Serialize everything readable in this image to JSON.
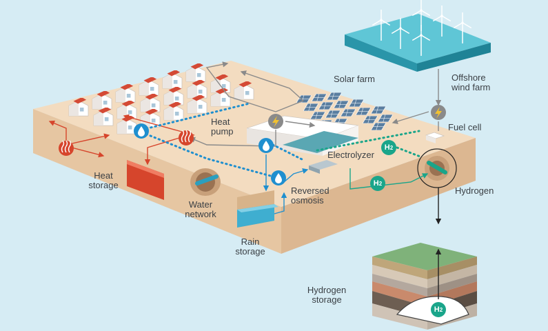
{
  "labels": {
    "solar_farm": "Solar farm",
    "offshore_wind_farm": "Offshore\nwind farm",
    "fuel_cell": "Fuel cell",
    "electrolyzer": "Electrolyzer",
    "hydrogen": "Hydrogen",
    "heat_pump": "Heat\npump",
    "heat_storage": "Heat\nstorage",
    "water_network": "Water\nnetwork",
    "reversed_osmosis": "Reversed\nosmosis",
    "rain_storage": "Rain\nstorage",
    "hydrogen_storage": "Hydrogen\nstorage"
  },
  "badges": {
    "h2_main": "H",
    "h2_sub": "2"
  },
  "colors": {
    "background": "#d6ecf4",
    "ground_top": "#f3dcc0",
    "ground_left": "#e6c6a2",
    "ground_front": "#dcb791",
    "sea": "#3fb5c8",
    "heat_red": "#d6452c",
    "water_blue": "#1f8fcf",
    "hydrogen_teal": "#1aa58a",
    "power_gray": "#8a8a8a"
  },
  "icons": [
    "lightning-icon",
    "water-drop-icon",
    "heat-wave-icon",
    "h2-badge-icon",
    "wind-turbine-icon",
    "solar-panel-icon",
    "house-icon"
  ]
}
